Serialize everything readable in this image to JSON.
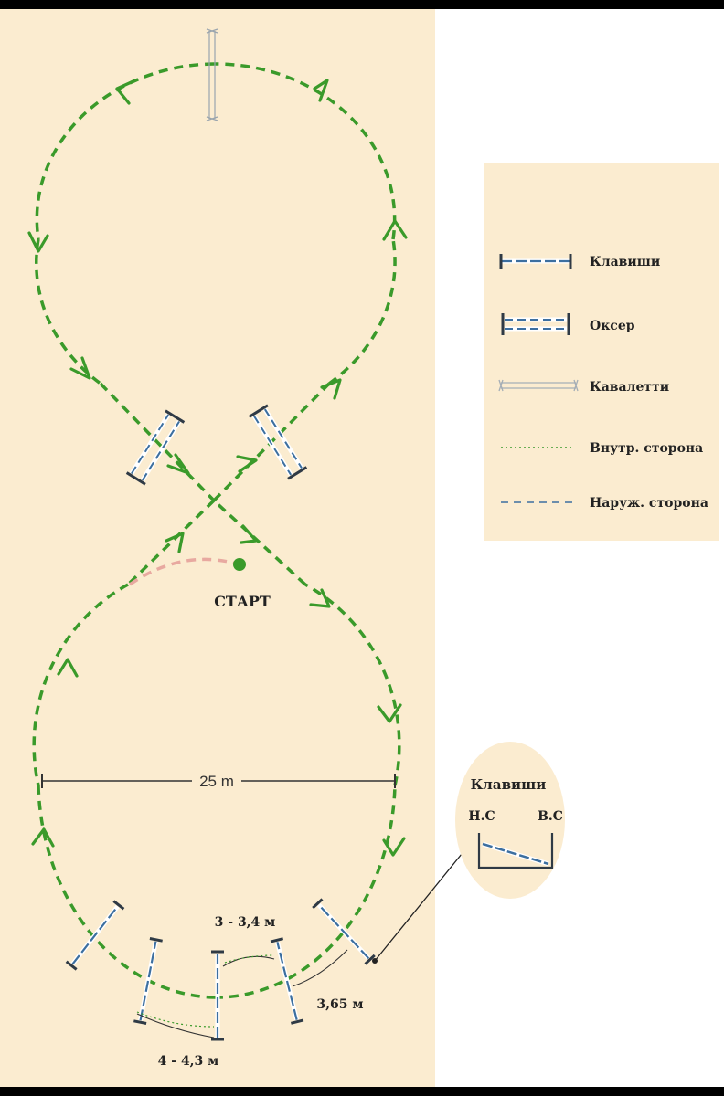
{
  "colors": {
    "sand": "#fbecd0",
    "path_green": "#3a9a2a",
    "pole_blue": "#3c6fa0",
    "pole_dark": "#2f3a45",
    "start_arc": "#e8a9a0",
    "black": "#000000"
  },
  "labels": {
    "start": "СТАРТ",
    "diameter": "25 m",
    "gap_1": "3 - 3,4 м",
    "gap_2": "4 - 4,3 м",
    "gap_3": "3,65 м"
  },
  "legend": {
    "items": [
      {
        "key": "klavishi",
        "label": "Клавиши",
        "icon": "single-pole-jump-icon"
      },
      {
        "key": "okser",
        "label": "Оксер",
        "icon": "double-pole-oxer-icon"
      },
      {
        "key": "kavaletti",
        "label": "Кавалетти",
        "icon": "cavaletti-pole-icon"
      },
      {
        "key": "inner",
        "label": "Внутр. сторона",
        "icon": "dotted-line-icon"
      },
      {
        "key": "outer",
        "label": "Наруж. сторона",
        "icon": "dashed-line-icon"
      }
    ]
  },
  "inset": {
    "title": "Клавиши",
    "left": "Н.С",
    "right": "В.С"
  }
}
